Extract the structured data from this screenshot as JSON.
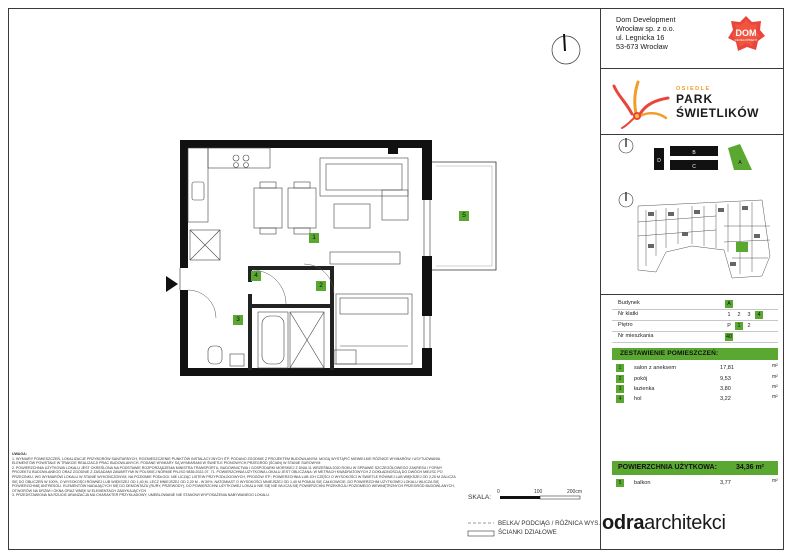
{
  "company": {
    "name": "Dom Development",
    "entity": "Wrocław sp. z o.o.",
    "street": "ul. Legnicka 16",
    "city": "53-673 Wrocław",
    "logo_text": "DOM",
    "logo_subtext": "DEVELOPMENT"
  },
  "estate_logo": {
    "prefix": "OSIEDLE",
    "line1": "PARK",
    "line2": "ŚWIETLIKÓW"
  },
  "site_plan": {
    "buildings": [
      "D",
      "B",
      "C",
      "A"
    ]
  },
  "unit_table": {
    "rows": [
      {
        "label": "Budynek",
        "cells": [
          {
            "text": "A",
            "active": true
          }
        ]
      },
      {
        "label": "Nr klatki",
        "cells": [
          {
            "text": "1",
            "active": false
          },
          {
            "text": "2",
            "active": false
          },
          {
            "text": "3",
            "active": false
          },
          {
            "text": "4",
            "active": true
          }
        ]
      },
      {
        "label": "Piętro",
        "cells": [
          {
            "text": "P",
            "active": false
          },
          {
            "text": "1",
            "active": true
          },
          {
            "text": "2",
            "active": false
          }
        ]
      },
      {
        "label": "Nr mieszkania",
        "cells": [
          {
            "text": "40",
            "active": true
          }
        ]
      }
    ]
  },
  "rooms": {
    "header": "ZESTAWIENIE POMIESZCZEŃ:",
    "items": [
      {
        "num": "1",
        "name": "salon z aneksem",
        "area": "17,81",
        "unit": "m²"
      },
      {
        "num": "2",
        "name": "pokój",
        "area": "9,53",
        "unit": "m²"
      },
      {
        "num": "3",
        "name": "łazienka",
        "area": "3,80",
        "unit": "m²"
      },
      {
        "num": "4",
        "name": "hol",
        "area": "3,22",
        "unit": "m²"
      }
    ],
    "usable_label": "POWIERZCHNIA UŻYTKOWA:",
    "usable_value": "34,36 m²",
    "extra": {
      "num": "5",
      "name": "balkon",
      "area": "3,77",
      "unit": "m²"
    }
  },
  "plan_labels": [
    "1",
    "2",
    "3",
    "4",
    "5"
  ],
  "notes": {
    "title": "UWAGA:",
    "items": [
      "1. WYMIARY POMIESZCZEŃ, LOKALIZACJE PRZYBORÓW SANITARNYCH, ROZMIESZCZENIE PUNKTÓW INSTALACYJNYCH ITP. PODANO ZGODNIE Z PROJEKTEM BUDOWLANYM. MOGĄ WYSTĄPIĆ NIEWIELKIE RÓŻNICE WYMIARÓW I USYTUOWANIA ELEMENTÓW POWSTAŁE W TRAKCIE REALIZACJI PRAC BUDOWLANYCH. PODANE WYMIARY SĄ WYMIARAMI W ŚWIETLE PIONOWYCH PRZEGRÓD (ŚCIAN) W STANIE SUROWYM",
      "2. POWIERZCHNIA UŻYTKOWA LOKALU JEST OKREŚLONA NA PODSTAWIE ROZPORZĄDZENIA MINISTRA TRANSPORTU, BUDOWNICTWA I GOSPODARKI MORSKIEJ Z DNIA 11 WRZEŚNIA 2020 ROKU W SPRAWIE SZCZEGÓŁOWEGO ZAKRESU I FORMY PROJEKTU BUDOWLANEGO ORAZ ZGODNIE Z ZASADAMI ZAWARTYMI W POLSKIEJ NORMIE PN-ISO 9836:2022-07. 71. POWIERZCHNIA UŻYTKOWA LOKALU JEST OBLICZANA: W METRACH KWADRATOWYCH Z DOKŁADNOŚCIĄ DO DWÓCH MIEJSC PO PRZECINKU, WG WYMIARÓW LOKALU W STANIE WYKOŃCZONYM, NA POZIOMIE PODŁOGI. NIE LICZĄC LISTEW PRZYPODŁOGOWYCH, PROGÓW ITP.; POWIERZCHNIA LUB ICH CZĘŚCI O WYSOKOŚCI W ŚWIETLE RÓWNEJ LUB WIĘKSZEJ OD 2,20 M ZALICZA SIĘ DO OBLICZEŃ W 100%, O WYSOKOŚCI RÓWNEJ LUB WIĘKSZEJ OD 1,40 M, LECZ MNIEJSZEJ OD 2,20 M - W 50%, NATOMIAST O WYSOKOŚCI MNIEJSZEJ OD 1,40 M POMIJA SIĘ CAŁKOWICIE. DO POWIERZCHNI UŻYTKOWEJ LOKALU WLICZA SIĘ POWIERZCHNIĘ ANTRESOLI. ELEMENTÓW NADAJĄCYCH SIĘ DO DEMONTAŻU (RURY, PRZEWODY), DO POWIERZCHNI UŻYTKOWEJ LOKALU NIE SIĘ NIE WLICZA SIĘ POWIERZCHNI PRZEKROJU POZIOMEGO WEWNĘTRZNYCH PRZEGRÓD BUDOWLANYCH, OTWORÓW NA DRZWI I OKNA ORAZ WNĘK W ELEMENTACH ZAMYKAJĄCYCH",
      "3. PRZEDSTAWIONA NA RZUCIE ARANŻACJA MA CHARAKTER PRZYKŁADOWY, UMEBLOWANIE NIE STANOWI WYPOSAŻENIA NABYWANEGO LOKALU"
    ]
  },
  "scale": {
    "label": "SKALA:",
    "ticks": [
      "0",
      "100",
      "200cm"
    ]
  },
  "legend": {
    "beam": "BELKA/ PODCIĄG / RÓŻNICA WYS.",
    "partition": "ŚCIANKI DZIAŁOWE"
  },
  "architect": {
    "part1": "odra",
    "part2": "architekci"
  },
  "colors": {
    "accent_green": "#5aa832",
    "dom_logo_red": "#e8463c",
    "dom_logo_orange": "#f39c2a",
    "estate_text": "#1a1a1a",
    "wall": "#111111"
  }
}
